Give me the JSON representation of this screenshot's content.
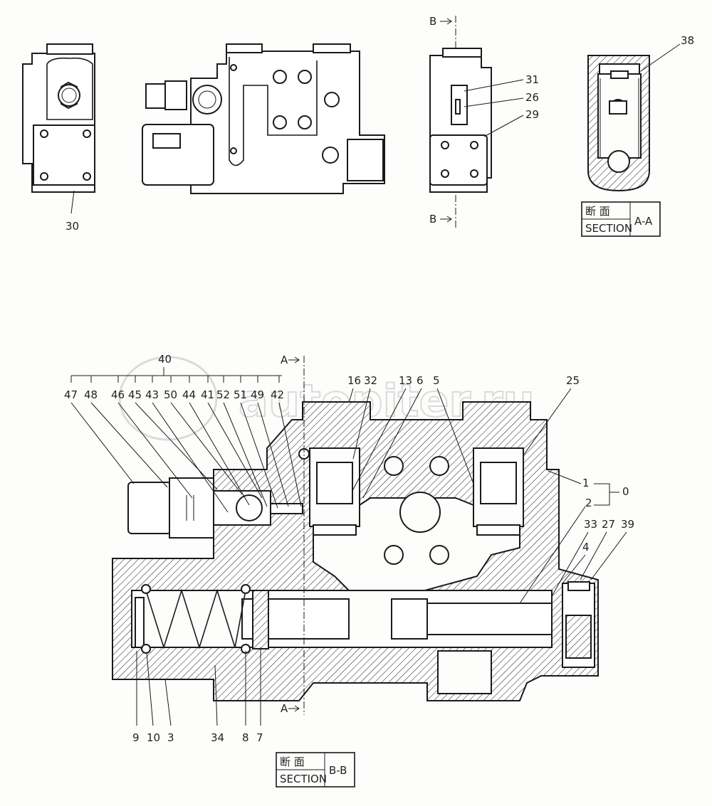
{
  "watermark": "autopiter.ru",
  "top_views": {
    "left_view_label": "30",
    "right_view_labels": [
      "31",
      "26",
      "29"
    ],
    "cut_marks": [
      "B",
      "B"
    ]
  },
  "section_aa": {
    "label_38": "38",
    "title_jp": "断 面",
    "title_en": "SECTION",
    "id": "A-A"
  },
  "section_bb": {
    "title_jp": "断 面",
    "title_en": "SECTION",
    "id": "B-B",
    "cut_marks": [
      "A",
      "A"
    ],
    "group_label": "40",
    "top_left_labels": [
      "47",
      "48",
      "46",
      "45",
      "43",
      "50",
      "44",
      "41",
      "52",
      "51",
      "49",
      "42"
    ],
    "top_labels": [
      "16",
      "32",
      "13",
      "6",
      "5",
      "25"
    ],
    "right_labels": [
      "1",
      "0",
      "2",
      "33",
      "27",
      "39",
      "4"
    ],
    "bottom_labels": [
      "9",
      "10",
      "3",
      "34",
      "8",
      "7"
    ]
  }
}
